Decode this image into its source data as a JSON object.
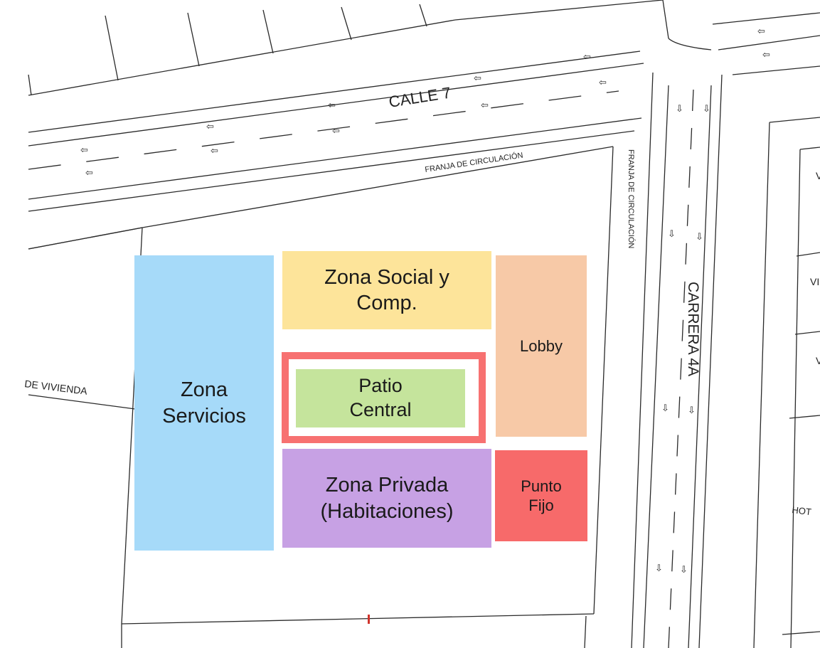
{
  "streets": {
    "calle": "CALLE 7",
    "carrera": "CARRERA 4A",
    "franja_top": "FRANJA DE CIRCULACIÓN",
    "franja_side": "FRANJA DE CIRCULACIÓN",
    "vivienda": "DE VIVIENDA",
    "hotel": "HOT",
    "v_letters": [
      "V",
      "VI",
      "V"
    ],
    "arrow_left": "⇦",
    "arrow_down": "⇩"
  },
  "zones": {
    "servicios": {
      "label": "Zona\nServicios",
      "color": "#a6daf9"
    },
    "social": {
      "label": "Zona Social y\nComp.",
      "color": "#fde49a"
    },
    "lobby": {
      "label": "Lobby",
      "color": "#f7c9a7"
    },
    "patio": {
      "label": "Patio\nCentral",
      "color": "#c5e49c",
      "frame_color": "#f77171"
    },
    "privada": {
      "label": "Zona Privada\n(Habitaciones)",
      "color": "#c7a1e4"
    },
    "punto_fijo": {
      "label": "Punto\nFijo",
      "color": "#f76a6a"
    }
  },
  "plan_colors": {
    "line": "#2a2a2a",
    "marker": "#d0342c"
  }
}
